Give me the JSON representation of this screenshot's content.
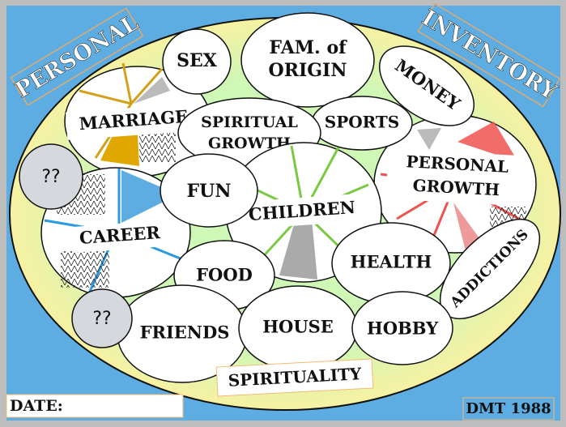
{
  "title_left": "PERSONAL",
  "title_right": "INVENTORY",
  "areas": {
    "marriage": "MARRIAGE",
    "sex": "SEX",
    "fam_origin_1": "FAM. of",
    "fam_origin_2": "ORIGIN",
    "money": "MONEY",
    "spiritual_growth_1": "SPIRITUAL",
    "spiritual_growth_2": "GROWTH",
    "sports": "SPORTS",
    "personal_growth_1": "PERSONAL",
    "personal_growth_2": "GROWTH",
    "unknown_top": "??",
    "career": "CAREER",
    "fun": "FUN",
    "children": "CHILDREN",
    "health": "HEALTH",
    "addictions": "ADDICTIONS",
    "food": "FOOD",
    "unknown_bottom": "??",
    "friends": "FRIENDS",
    "house": "HOUSE",
    "hobby": "HOBBY"
  },
  "ring_label": "SPIRITUALITY",
  "date_label": "DATE:",
  "credit": "DMT 1988",
  "colors": {
    "background": "#5dade2",
    "outer_ring": "#f3f0a0",
    "inner": "#c9f5b4",
    "marriage": "#d4a017",
    "career": "#2a9be0",
    "personal_growth": "#ef5350",
    "children": "#7ac943"
  }
}
